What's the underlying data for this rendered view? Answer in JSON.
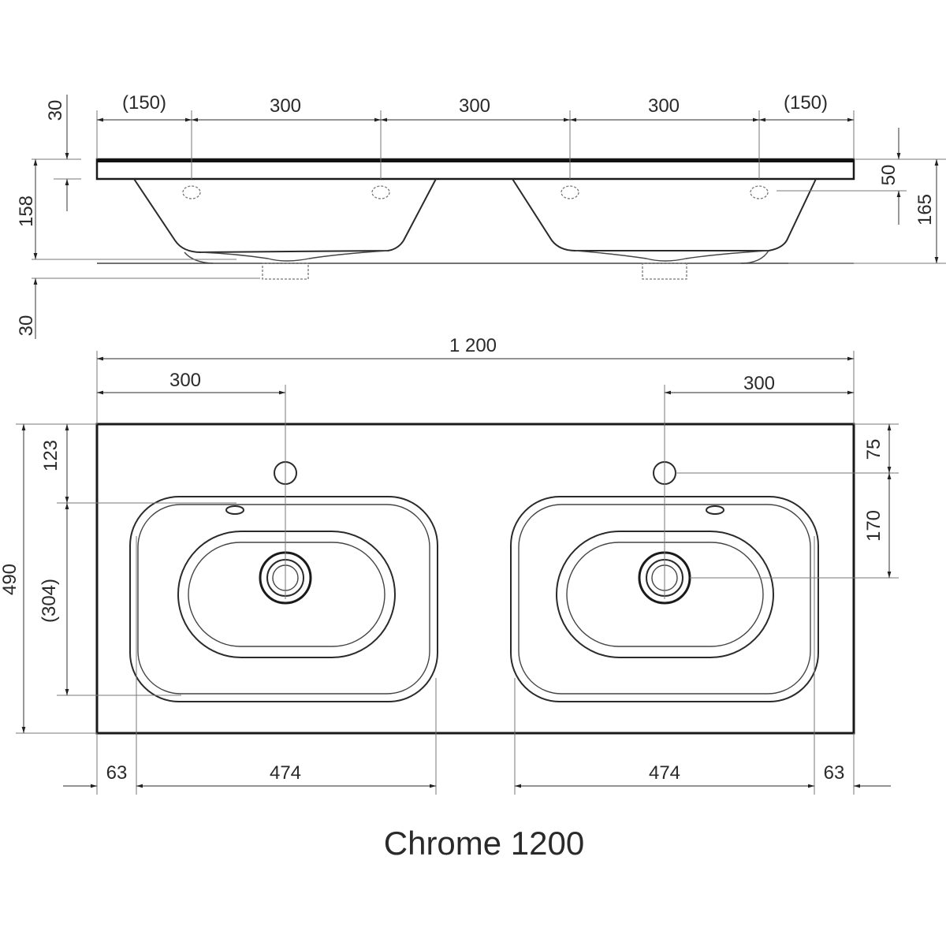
{
  "title": "Chrome 1200",
  "side_view": {
    "top_dims": [
      "(150)",
      "300",
      "300",
      "300",
      "(150)"
    ],
    "left_dims": {
      "rim": "30",
      "height": "158",
      "drain": "30"
    },
    "right_dims": {
      "tap_hole": "50",
      "total": "165"
    }
  },
  "plan_view": {
    "width": "1 200",
    "tap_left": "300",
    "tap_right": "300",
    "left_dims": {
      "tap_to_edge": "123",
      "bowl_depth": "(304)",
      "depth": "490"
    },
    "right_dims": {
      "tap_to_edge": "75",
      "tap_to_drain": "170"
    },
    "bottom_dims": [
      "63",
      "474",
      "474",
      "63"
    ]
  }
}
